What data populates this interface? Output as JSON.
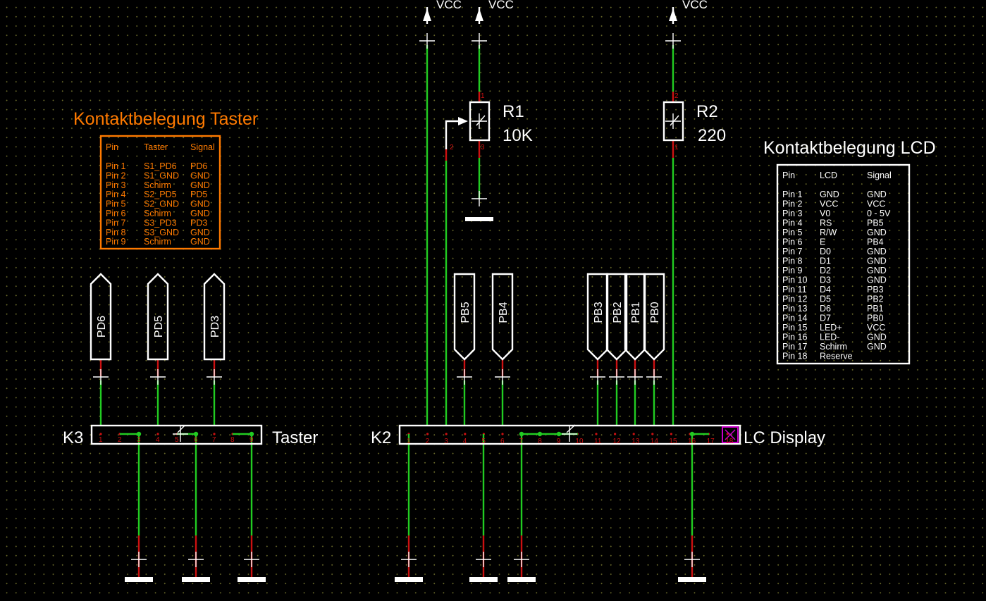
{
  "power": {
    "vcc_label": "VCC"
  },
  "resistors": [
    {
      "ref": "R1",
      "value": "10K",
      "pin_top": "1",
      "pin_bottom": "3",
      "pin_wiper": "2"
    },
    {
      "ref": "R2",
      "value": "220",
      "pin_top": "2",
      "pin_bottom": "1"
    }
  ],
  "connectors": {
    "k3": {
      "ref": "K3",
      "label": "Taster",
      "pins": [
        "1",
        "2",
        "3",
        "4",
        "5",
        "6",
        "7",
        "8",
        "9"
      ]
    },
    "k2": {
      "ref": "K2",
      "label": "LC Display",
      "pins": [
        "1",
        "2",
        "3",
        "4",
        "5",
        "6",
        "7",
        "8",
        "9",
        "10",
        "11",
        "12",
        "13",
        "14",
        "15",
        "16",
        "17",
        "18"
      ]
    }
  },
  "net_labels": [
    "PD6",
    "PD5",
    "PD3",
    "PB5",
    "PB4",
    "PB3",
    "PB2",
    "PB1",
    "PB0"
  ],
  "taster_table": {
    "title": "Kontaktbelegung Taster",
    "headers": [
      "Pin",
      "Taster",
      "Signal"
    ],
    "rows": [
      [
        "Pin 1",
        "S1_PD6",
        "PD6"
      ],
      [
        "Pin 2",
        "S1_GND",
        "GND"
      ],
      [
        "Pin 3",
        "Schirm",
        "GND"
      ],
      [
        "Pin 4",
        "S2_PD5",
        "PD5"
      ],
      [
        "Pin 5",
        "S2_GND",
        "GND"
      ],
      [
        "Pin 6",
        "Schirm",
        "GND"
      ],
      [
        "Pin 7",
        "S3_PD3",
        "PD3"
      ],
      [
        "Pin 8",
        "S3_GND",
        "GND"
      ],
      [
        "Pin 9",
        "Schirm",
        "GND"
      ]
    ],
    "color": "#ff7a00"
  },
  "lcd_table": {
    "title": "Kontaktbelegung LCD",
    "headers": [
      "Pin",
      "LCD",
      "Signal"
    ],
    "rows": [
      [
        "Pin 1",
        "GND",
        "GND"
      ],
      [
        "Pin 2",
        "VCC",
        "VCC"
      ],
      [
        "Pin 3",
        "V0",
        "0 - 5V"
      ],
      [
        "Pin 4",
        "RS",
        "PB5"
      ],
      [
        "Pin 5",
        "R/W",
        "GND"
      ],
      [
        "Pin 6",
        "E",
        "PB4"
      ],
      [
        "Pin 7",
        "D0",
        "GND"
      ],
      [
        "Pin 8",
        "D1",
        "GND"
      ],
      [
        "Pin 9",
        "D2",
        "GND"
      ],
      [
        "Pin 10",
        "D3",
        "GND"
      ],
      [
        "Pin 11",
        "D4",
        "PB3"
      ],
      [
        "Pin 12",
        "D5",
        "PB2"
      ],
      [
        "Pin 13",
        "D6",
        "PB1"
      ],
      [
        "Pin 14",
        "D7",
        "PB0"
      ],
      [
        "Pin 15",
        "LED+",
        "VCC"
      ],
      [
        "Pin 16",
        "LED-",
        "GND"
      ],
      [
        "Pin 17",
        "Schirm",
        "GND"
      ],
      [
        "Pin 18",
        "Reserve",
        ""
      ]
    ],
    "color": "#ffffff"
  },
  "colors": {
    "wire": "#22cc22",
    "pin": "#cc1111",
    "outline": "#ffffff",
    "grid": "#6b6b2a",
    "marker": "#cc00cc"
  }
}
